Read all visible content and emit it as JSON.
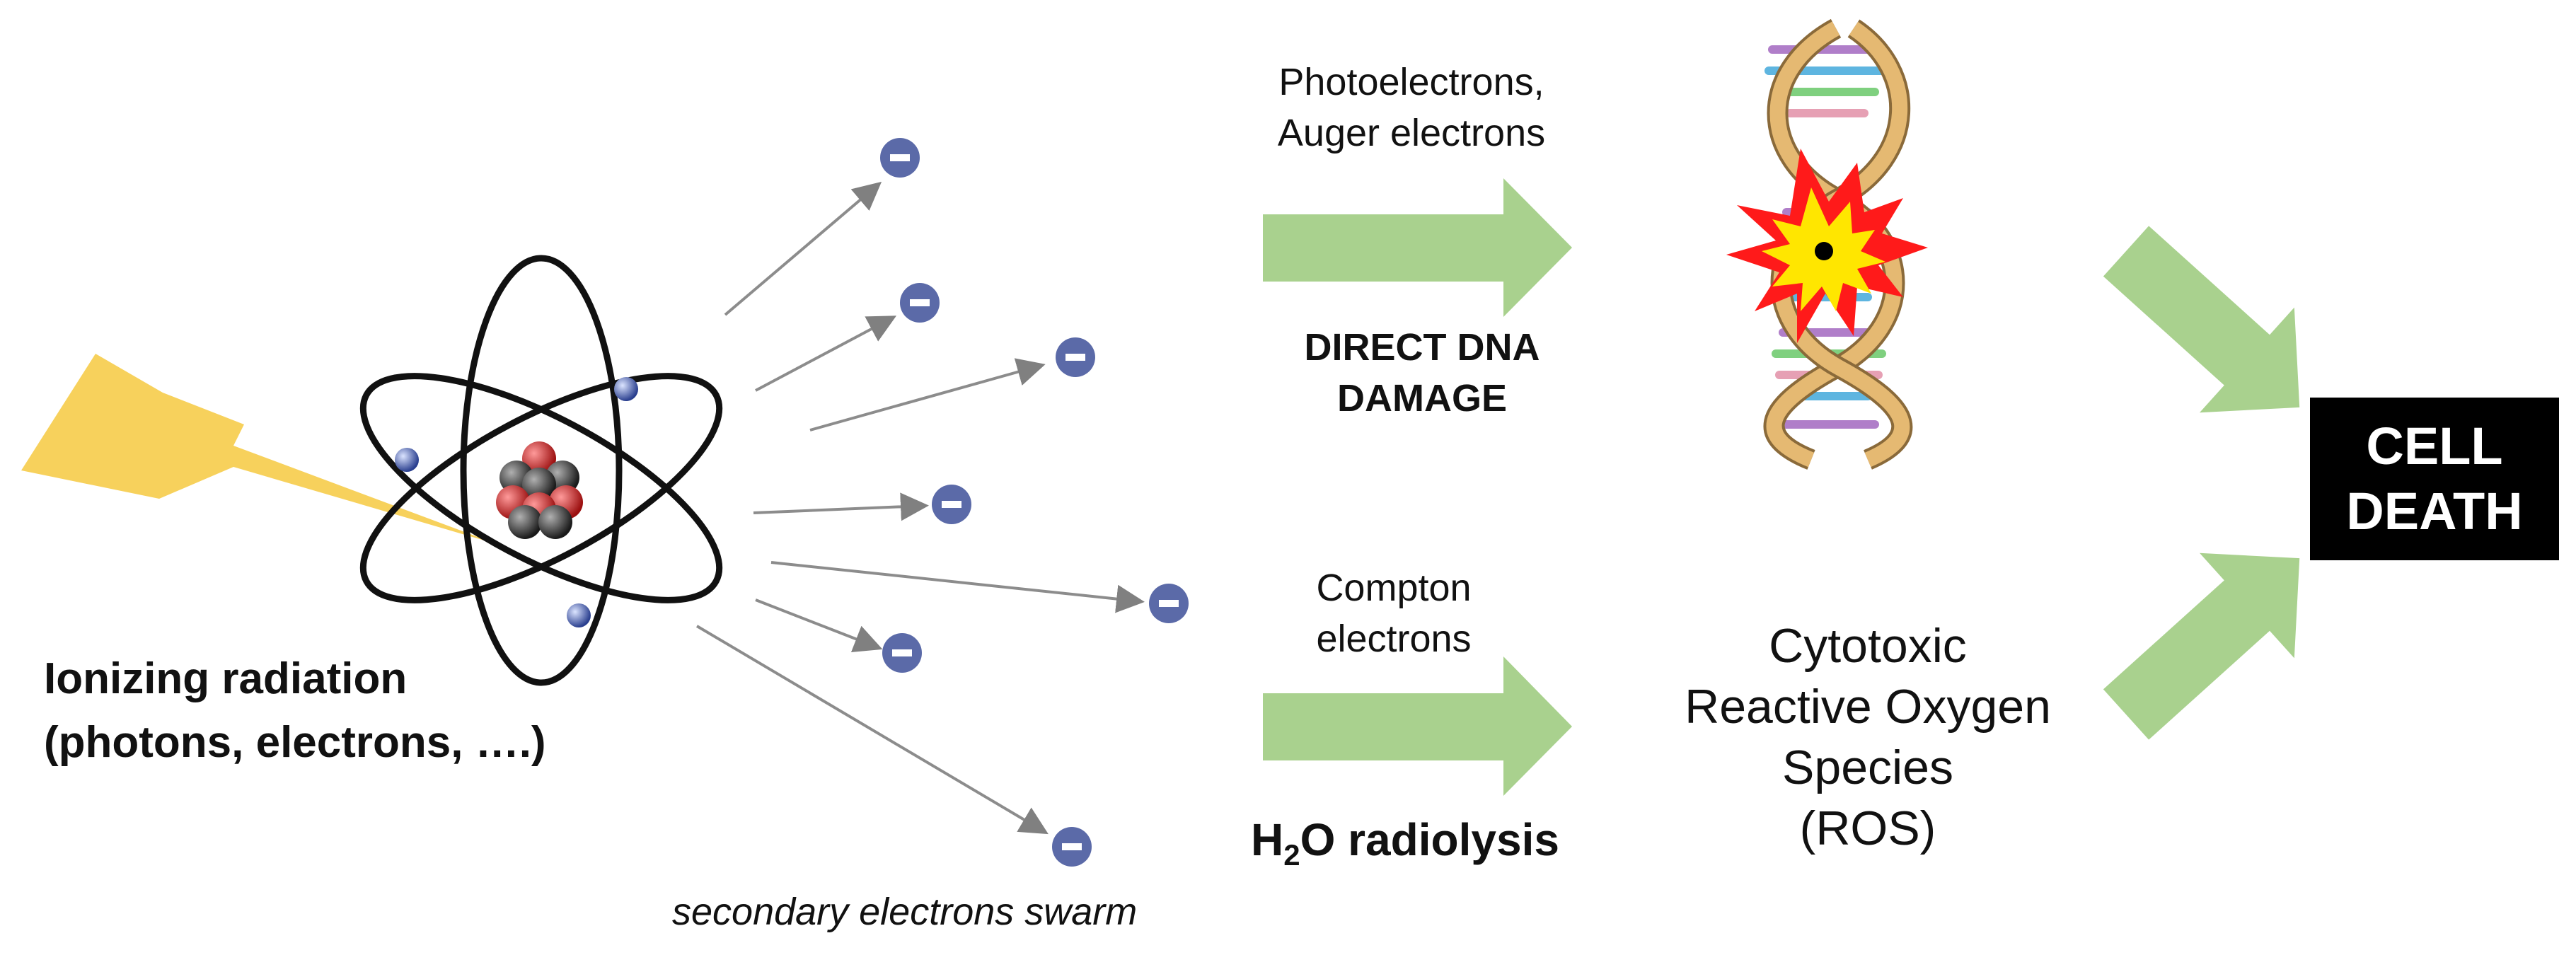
{
  "labels": {
    "ionizing_line1": "Ionizing radiation",
    "ionizing_line2": "(photons, electrons, ….)",
    "secondary": "secondary electrons swarm",
    "photo_line1": "Photoelectrons,",
    "photo_line2": "Auger electrons",
    "direct_line1": "DIRECT DNA",
    "direct_line2": "DAMAGE",
    "compton_line1": "Compton",
    "compton_line2": "electrons",
    "h2o_h": "H",
    "h2o_sub": "2",
    "h2o_rest": "O radiolysis",
    "ros_line1": "Cytotoxic",
    "ros_line2": "Reactive Oxygen",
    "ros_line3": "Species",
    "ros_line4": "(ROS)",
    "cell_line1": "CELL",
    "cell_line2": "DEATH"
  },
  "colors": {
    "lightning": "#f7d15c",
    "green_arrow": "#a9d18e",
    "electron": "#5b6aa8",
    "explosion_outer": "#ff1a1a",
    "explosion_inner": "#ffe600",
    "dna_backbone": "#e5b972",
    "cell_box": "#000000"
  }
}
